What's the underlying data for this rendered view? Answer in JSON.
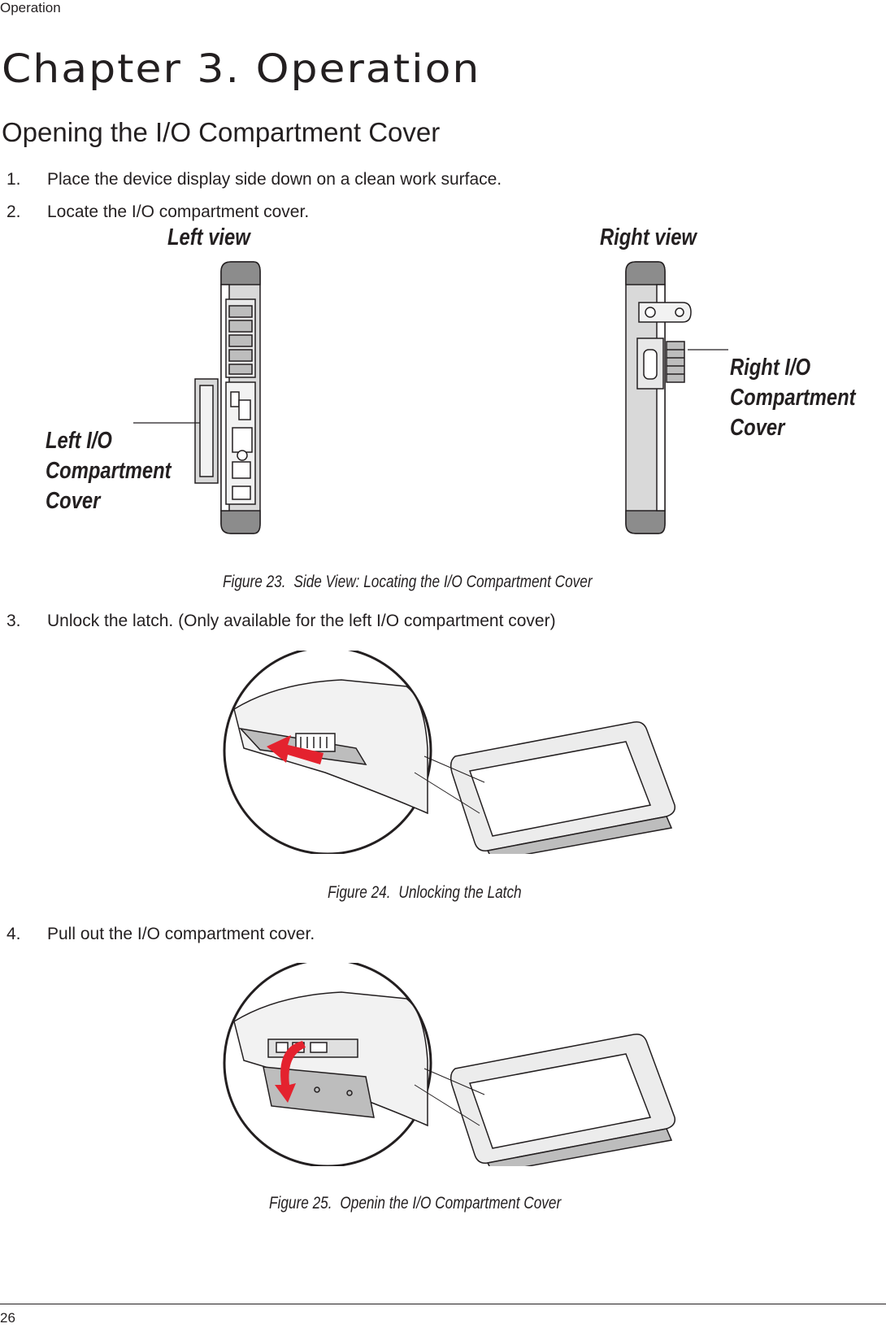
{
  "header": {
    "running_title": "Operation"
  },
  "chapter": {
    "title": "Chapter 3.  Operation"
  },
  "section": {
    "heading": "Opening the I/O Compartment Cover"
  },
  "steps": [
    {
      "num": "1.",
      "text": "Place the device display side down on a clean work surface."
    },
    {
      "num": "2.",
      "text": "Locate the I/O compartment cover."
    },
    {
      "num": "3.",
      "text": "Unlock the latch. (Only available for the left I/O compartment cover)"
    },
    {
      "num": "4.",
      "text": "Pull out the I/O compartment cover."
    }
  ],
  "figure23": {
    "left_view_label": "Left view",
    "right_view_label": "Right view",
    "left_callout": [
      "Left I/O",
      "Compartment",
      "Cover"
    ],
    "right_callout": [
      "Right I/O",
      "Compartment",
      "Cover"
    ],
    "caption_number": "Figure 23.",
    "caption_text": "Side View: Locating the I/O Compartment Cover"
  },
  "figure24": {
    "caption_number": "Figure 24.",
    "caption_text": "Unlocking the Latch",
    "arrow_color": "#e4222e"
  },
  "figure25": {
    "caption_number": "Figure 25.",
    "caption_text": "Openin the I/O Compartment Cover",
    "arrow_color": "#e4222e"
  },
  "footer": {
    "page_number": "26"
  }
}
